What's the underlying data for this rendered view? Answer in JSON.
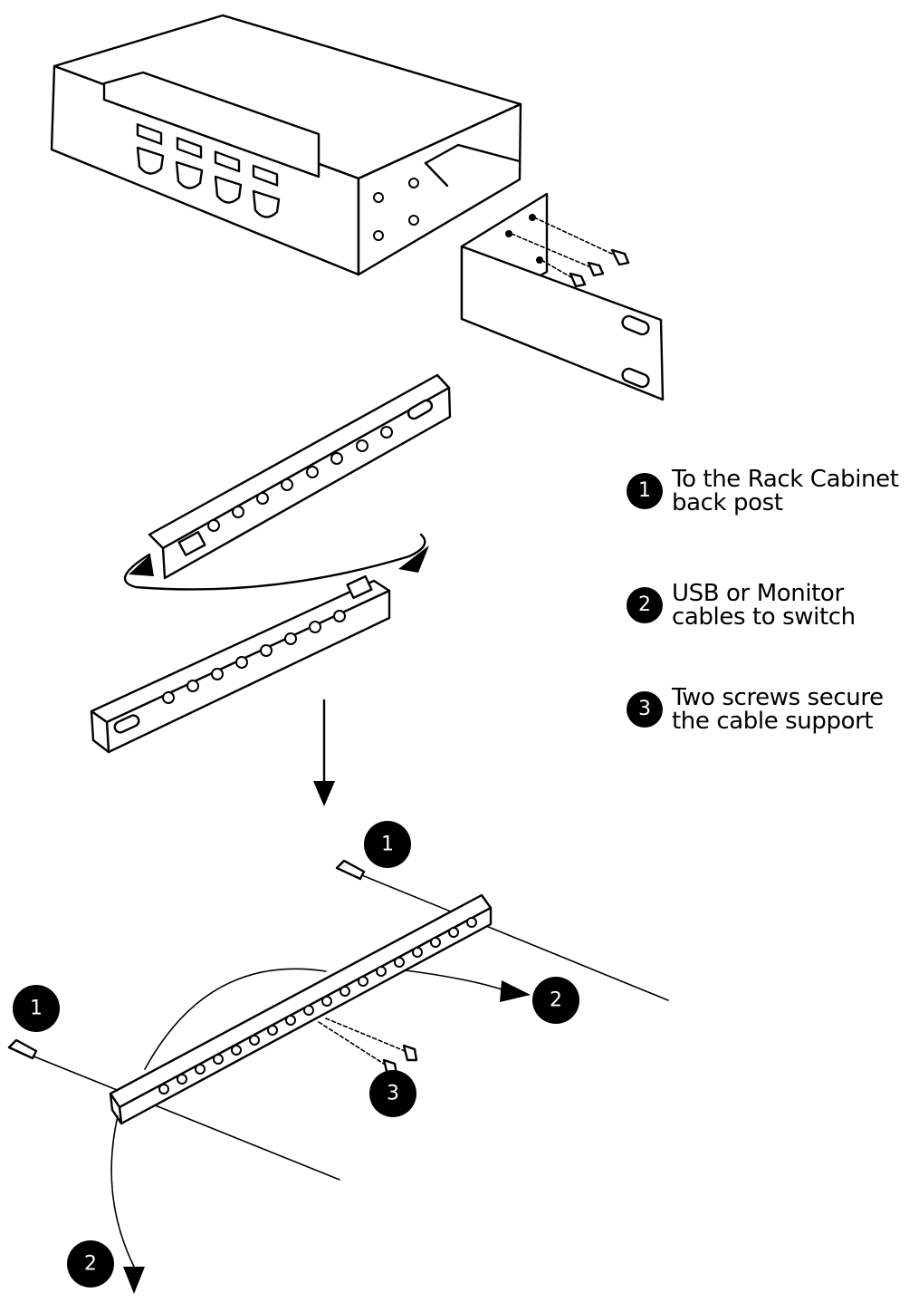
{
  "legend": [
    {
      "number": "1",
      "lines": [
        "To the Rack Cabinet",
        "back post"
      ]
    },
    {
      "number": "2",
      "lines": [
        "USB or Monitor",
        "cables to switch"
      ]
    },
    {
      "number": "3",
      "lines": [
        "Two screws secure",
        "the cable support"
      ]
    }
  ],
  "callouts": {
    "top_back_post": "1",
    "left_back_post": "1",
    "right_cable": "2",
    "bottom_cable": "2",
    "screws": "3"
  }
}
